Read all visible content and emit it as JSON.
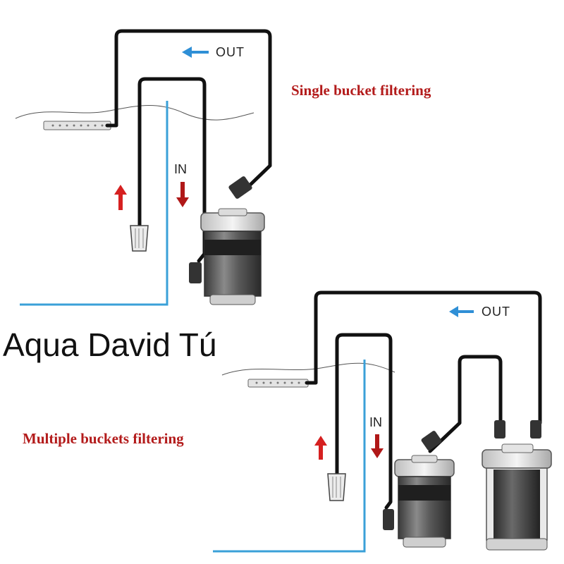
{
  "colors": {
    "caption": "#b31b1b",
    "glass": "#3aa0d8",
    "arrow_out": "#2f8fd6",
    "arrow_up": "#d62020",
    "arrow_down": "#b01818",
    "hose": "#111111"
  },
  "top_diagram": {
    "caption": "Single bucket filtering",
    "out_label": "OUT",
    "in_label": "IN"
  },
  "bottom_diagram": {
    "caption": "Multiple buckets filtering",
    "out_label": "OUT",
    "in_label": "IN"
  },
  "watermark": "Aqua David Tú"
}
